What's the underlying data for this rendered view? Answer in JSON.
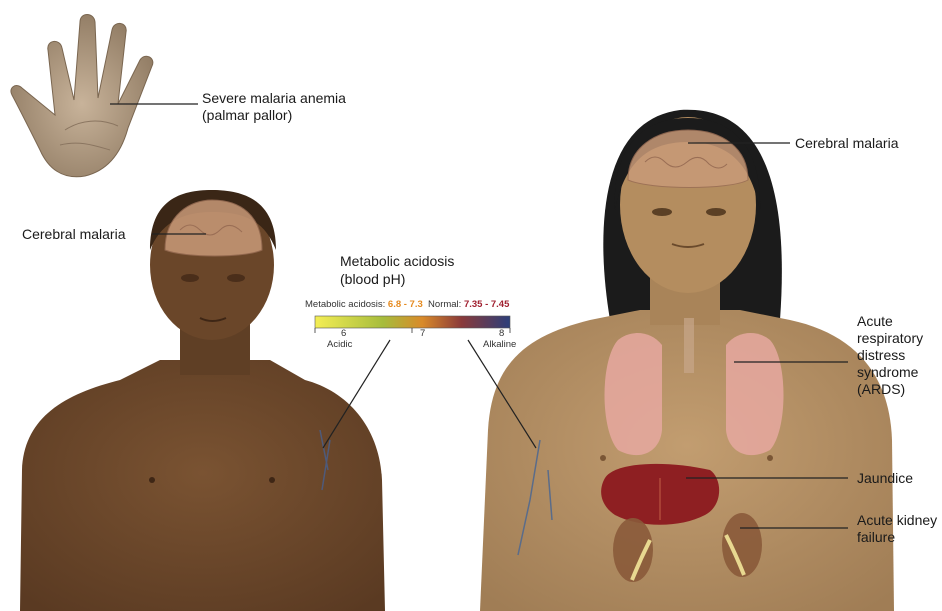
{
  "labels": {
    "hand": "Severe malaria anemia\n(palmar pallor)",
    "child_cerebral": "Cerebral malaria",
    "adult_cerebral": "Cerebral malaria",
    "ards": "Acute\nrespiratory\ndistress\nsyndrome\n(ARDS)",
    "jaundice": "Jaundice",
    "kidney": "Acute kidney\nfailure"
  },
  "ph_scale": {
    "title": "Metabolic acidosis\n(blood pH)",
    "acidosis_label": "Metabolic acidosis: ",
    "acidosis_range": "6.8 - 7.3",
    "normal_label": "Normal: ",
    "normal_range": "7.35 - 7.45",
    "ticks": [
      "6",
      "7",
      "8"
    ],
    "left_end": "Acidic",
    "right_end": "Alkaline",
    "colors": {
      "acidosis": "#e58a1f",
      "normal": "#a02030",
      "gradient": [
        "#f4ee55",
        "#9fb83e",
        "#d9852a",
        "#8a3a3a",
        "#2c3f7a"
      ]
    }
  },
  "colors": {
    "child_skin": "#6e4a2c",
    "adult_skin": "#b89366",
    "brain": "#c99a78",
    "lung": "#e6a8a0",
    "liver": "#8e1f22",
    "hair": "#1b1b1b"
  }
}
